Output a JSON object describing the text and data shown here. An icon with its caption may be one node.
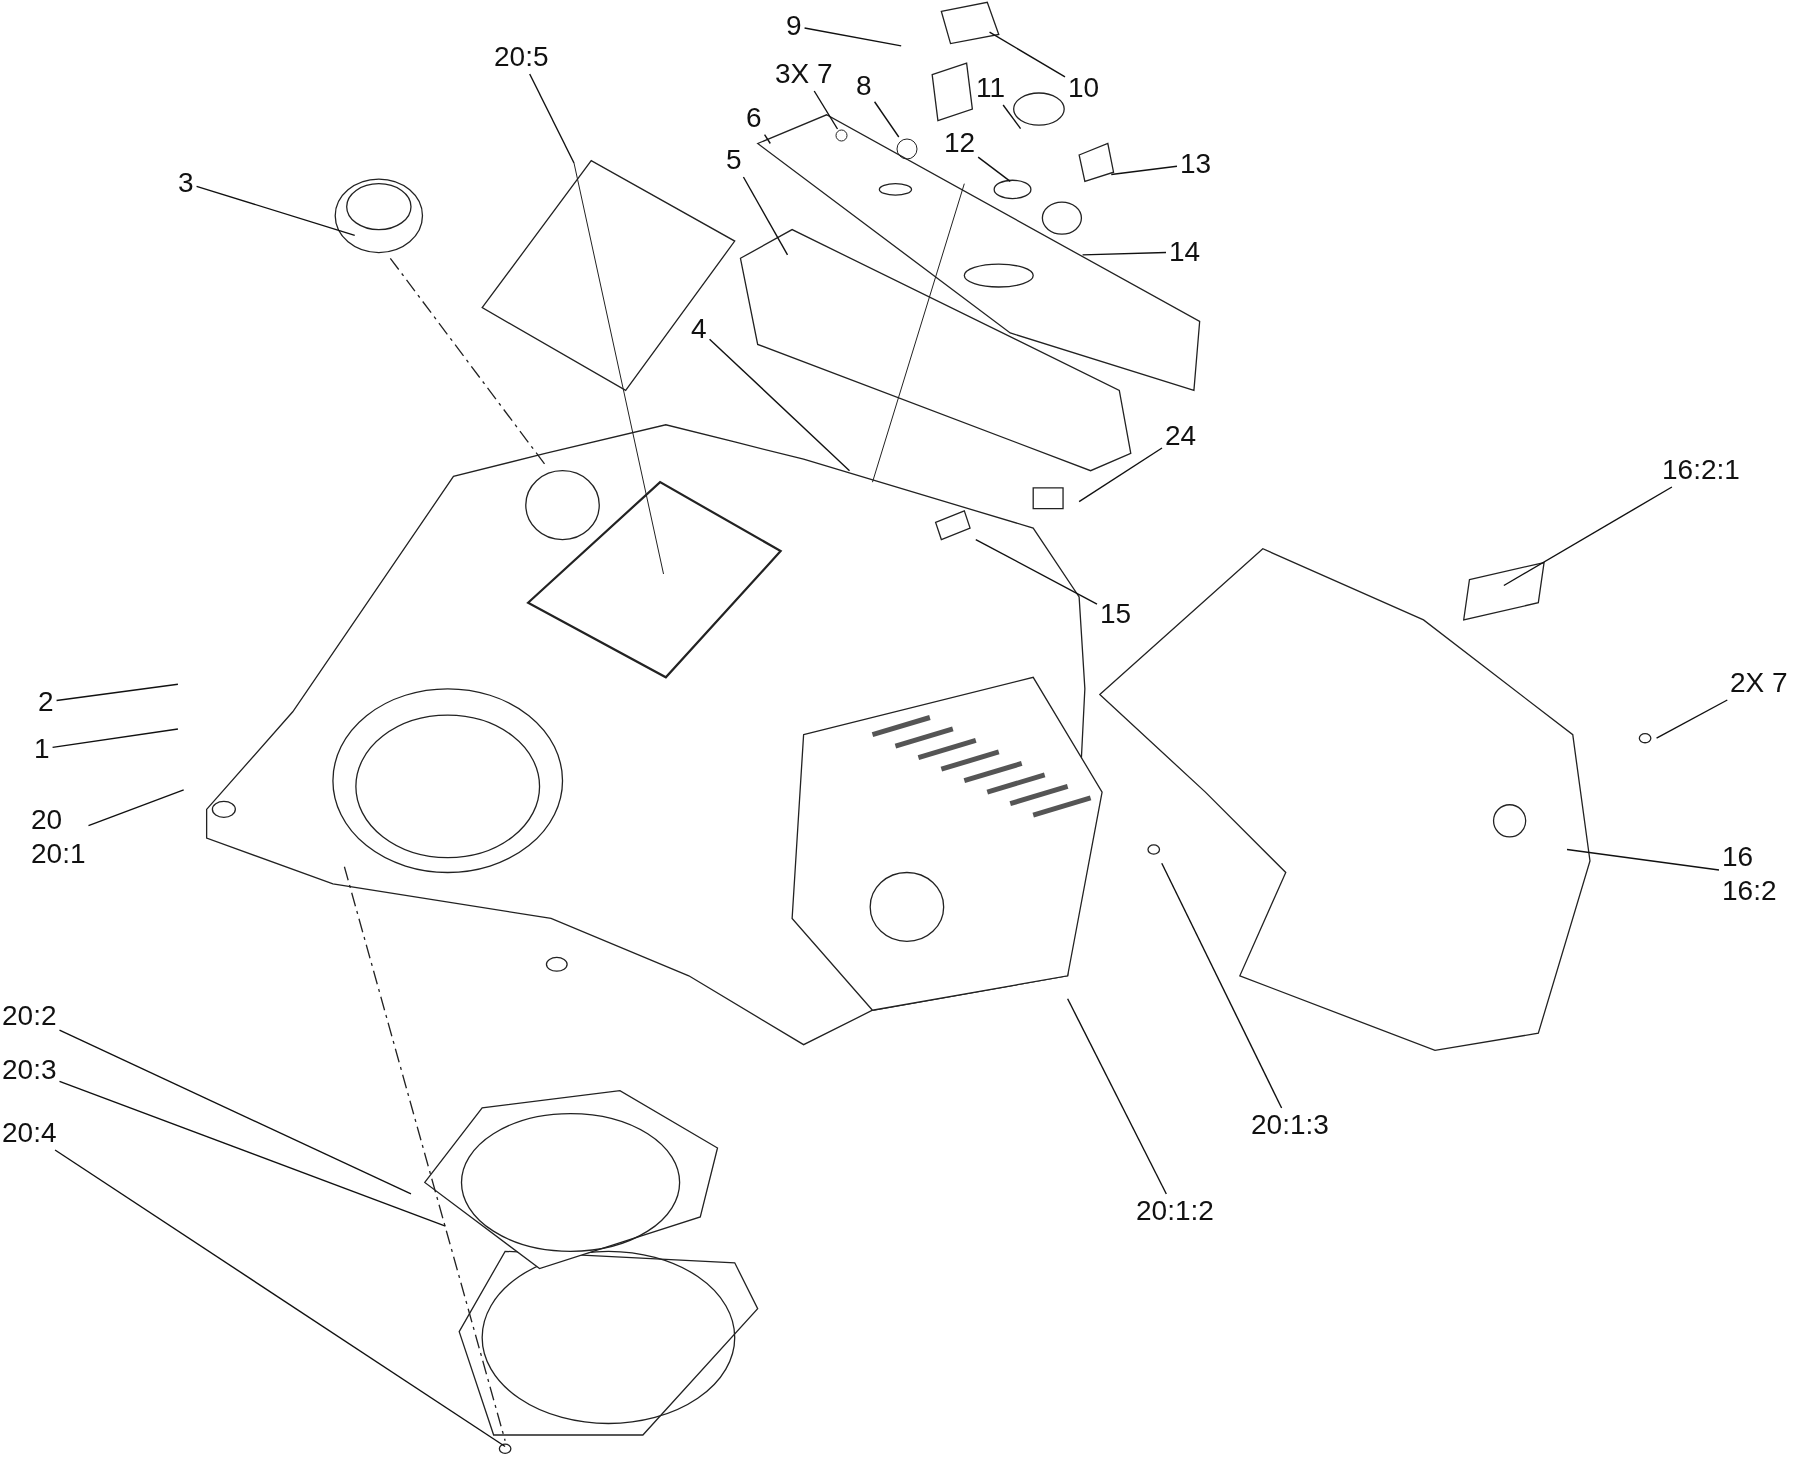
{
  "diagram": {
    "nodes": [
      {
        "text": [
          "20:5"
        ]
      },
      {
        "text": [
          "9"
        ]
      },
      {
        "text": [
          "10"
        ]
      },
      {
        "text": [
          "3X 7"
        ]
      },
      {
        "text": [
          "8"
        ]
      },
      {
        "text": [
          "11"
        ]
      },
      {
        "text": [
          "6"
        ]
      },
      {
        "text": [
          "12"
        ]
      },
      {
        "text": [
          "13"
        ]
      },
      {
        "text": [
          "3"
        ]
      },
      {
        "text": [
          "5"
        ]
      },
      {
        "text": [
          "14"
        ]
      },
      {
        "text": [
          "4"
        ]
      },
      {
        "text": [
          "24"
        ]
      },
      {
        "text": [
          "16:2:1"
        ]
      },
      {
        "text": [
          "15"
        ]
      },
      {
        "text": [
          "2"
        ]
      },
      {
        "text": [
          "1"
        ]
      },
      {
        "text": [
          "20",
          "20:1"
        ]
      },
      {
        "text": [
          "2X 7"
        ]
      },
      {
        "text": [
          "16",
          "16:2"
        ]
      },
      {
        "text": [
          "20:1:3"
        ]
      },
      {
        "text": [
          "20:1:2"
        ]
      },
      {
        "text": [
          "20:2"
        ]
      },
      {
        "text": [
          "20:3"
        ]
      },
      {
        "text": [
          "20:4"
        ]
      },
      {
        "text": [],
        "shape": "circle"
      },
      {
        "text": [],
        "shape": "circle"
      }
    ],
    "edges": [
      {
        "from": 0,
        "to": null,
        "arrow": "none"
      },
      {
        "from": 1,
        "to": null,
        "arrow": "none"
      },
      {
        "from": 2,
        "to": null,
        "arrow": "none"
      },
      {
        "from": 3,
        "to": 26,
        "arrow": "none"
      },
      {
        "from": 4,
        "to": 27,
        "arrow": "none"
      },
      {
        "from": 5,
        "to": null,
        "arrow": "none"
      },
      {
        "from": 6,
        "to": null,
        "arrow": "none"
      },
      {
        "from": 7,
        "to": null,
        "arrow": "none"
      },
      {
        "from": 8,
        "to": null,
        "arrow": "none"
      },
      {
        "from": 9,
        "to": null,
        "arrow": "none"
      },
      {
        "from": 10,
        "to": null,
        "arrow": "none"
      },
      {
        "from": 11,
        "to": null,
        "arrow": "none"
      },
      {
        "from": 12,
        "to": null,
        "arrow": "none"
      },
      {
        "from": 13,
        "to": null,
        "arrow": "none"
      },
      {
        "from": 14,
        "to": null,
        "arrow": "none"
      },
      {
        "from": 15,
        "to": null,
        "arrow": "none"
      },
      {
        "from": 16,
        "to": null,
        "arrow": "none"
      },
      {
        "from": 17,
        "to": null,
        "arrow": "none"
      },
      {
        "from": 18,
        "to": null,
        "arrow": "none"
      },
      {
        "from": 19,
        "to": null,
        "arrow": "none"
      },
      {
        "from": 20,
        "to": null,
        "arrow": "none"
      },
      {
        "from": 21,
        "to": null,
        "arrow": "none"
      },
      {
        "from": 22,
        "to": null,
        "arrow": "none"
      },
      {
        "from": 23,
        "to": null,
        "arrow": "none"
      },
      {
        "from": 24,
        "to": null,
        "arrow": "none"
      },
      {
        "from": 25,
        "to": null,
        "arrow": "none"
      }
    ]
  }
}
